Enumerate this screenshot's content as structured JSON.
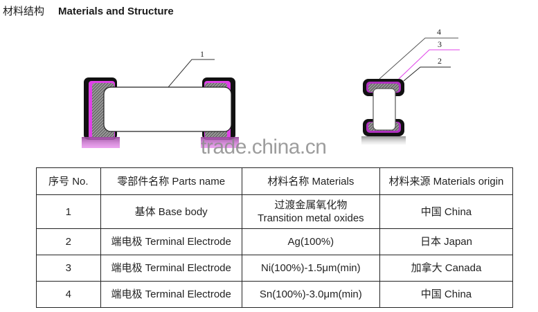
{
  "header": {
    "title_cn": "材料结构",
    "title_en": "Materials and Structure"
  },
  "diagram": {
    "callouts": [
      "1",
      "2",
      "3",
      "4"
    ],
    "colors": {
      "outer_layer": "#111111",
      "middle_layer": "#e040e8",
      "inner_hatch": "#6a6a6a",
      "body": "#ffffff",
      "callout_3_line": "#e040e8"
    },
    "watermark": "trade.china.cn"
  },
  "table": {
    "headers": [
      "序号 No.",
      "零部件名称 Parts name",
      "材料名称 Materials",
      "材料来源 Materials origin"
    ],
    "rows": [
      {
        "no": "1",
        "part": "基体 Base body",
        "material_line1": "过渡金属氧化物",
        "material_line2": "Transition metal oxides",
        "origin": "中国 China"
      },
      {
        "no": "2",
        "part": "端电极 Terminal Electrode",
        "material_line1": "Ag(100%)",
        "material_line2": "",
        "origin": "日本 Japan"
      },
      {
        "no": "3",
        "part": "端电极 Terminal Electrode",
        "material_line1": "Ni(100%)-1.5μm(min)",
        "material_line2": "",
        "origin": "加拿大 Canada"
      },
      {
        "no": "4",
        "part": "端电极 Terminal Electrode",
        "material_line1": "Sn(100%)-3.0μm(min)",
        "material_line2": "",
        "origin": "中国 China"
      }
    ]
  }
}
